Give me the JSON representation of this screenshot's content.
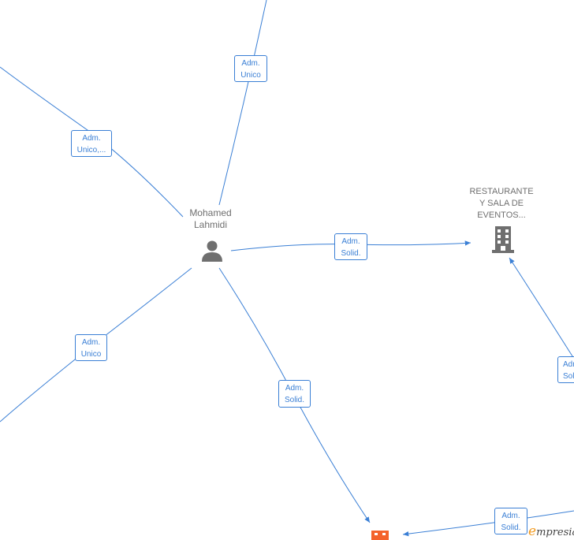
{
  "nodes": {
    "person": {
      "name_line1": "Mohamed",
      "name_line2": "Lahmidi",
      "icon": "person-icon"
    },
    "company": {
      "name_line1": "RESTAURANTE",
      "name_line2": "Y SALA DE",
      "name_line3": "EVENTOS...",
      "icon": "building-icon"
    },
    "company_bottom": {
      "icon": "building-icon",
      "color": "#f4622b"
    }
  },
  "edge_labels": {
    "top": {
      "line1": "Adm.",
      "line2": "Unico"
    },
    "upper_left": {
      "line1": "Adm.",
      "line2": "Unico,..."
    },
    "lower_left": {
      "line1": "Adm.",
      "line2": "Unico"
    },
    "to_company": {
      "line1": "Adm.",
      "line2": "Solid."
    },
    "to_bottom": {
      "line1": "Adm.",
      "line2": "Solid."
    },
    "right_edge": {
      "line1": "Adm.",
      "line2": "Soli"
    },
    "bottom_right": {
      "line1": "Adm.",
      "line2": "Solid."
    }
  },
  "watermark": {
    "e": "e",
    "rest": "mpresia"
  },
  "colors": {
    "edge": "#3a7fd5",
    "node_icon": "#6f6f6f",
    "highlight_node": "#f4622b"
  }
}
